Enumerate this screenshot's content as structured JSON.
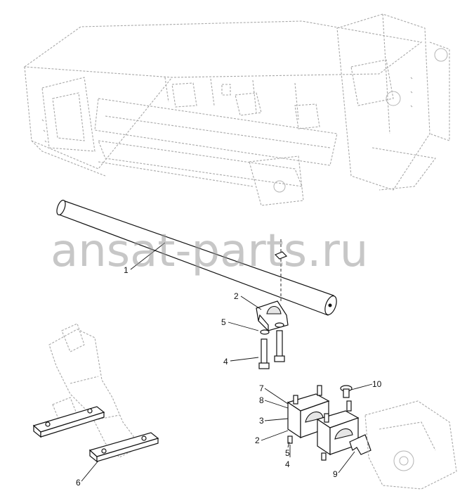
{
  "watermark": "ansat-parts.ru",
  "callouts": {
    "c1": "1",
    "c2_top": "2",
    "c5_top": "5",
    "c4_top": "4",
    "c7": "7",
    "c8": "8",
    "c3": "3",
    "c2_bottom": "2",
    "c5_bottom": "5",
    "c4_bottom": "4",
    "c10": "10",
    "c9": "9",
    "c6": "6"
  }
}
